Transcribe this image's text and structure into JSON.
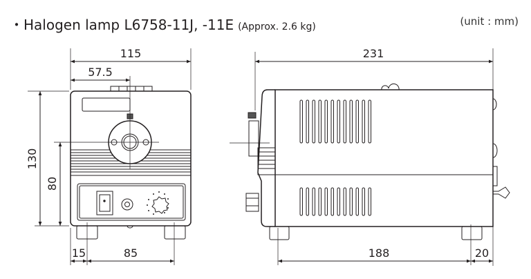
{
  "title": {
    "bullet": "・",
    "main": "Halogen lamp  L6758-11J, -11E",
    "sub": "(Approx. 2.6 kg)"
  },
  "unit": "(unit : mm)",
  "front_view": {
    "width": "115",
    "center": "57.5",
    "height": "130",
    "axis_height": "80",
    "foot_offset": "15",
    "foot_spacing": "85"
  },
  "side_view": {
    "depth": "231",
    "foot_spacing": "188",
    "rear_offset": "20"
  }
}
